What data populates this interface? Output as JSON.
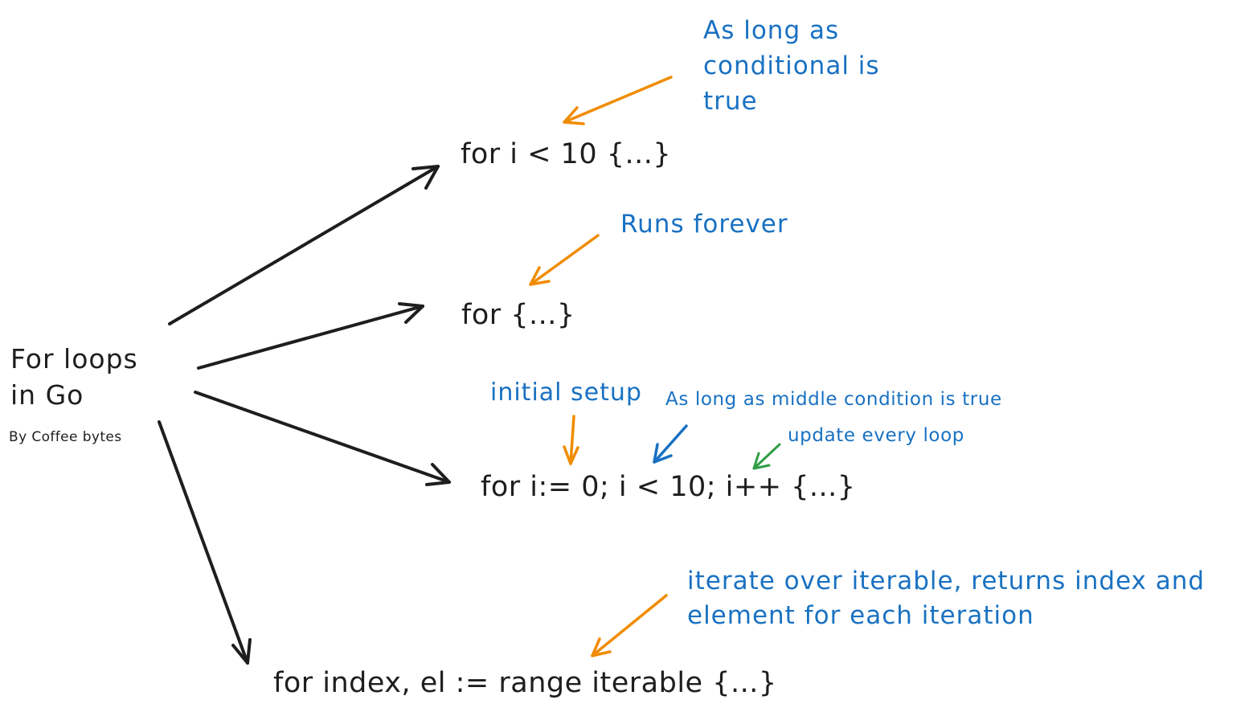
{
  "title": {
    "line1": "For loops",
    "line2": "in Go"
  },
  "byline": "By Coffee bytes",
  "loops": {
    "conditional": "for i < 10 {...}",
    "forever": "for {...}",
    "classic": "for i:= 0; i < 10; i++  {...}",
    "range": "for index, el := range iterable {...}"
  },
  "notes": {
    "conditional": {
      "line1": "As long as",
      "line2": "conditional is",
      "line3": "true"
    },
    "forever": "Runs forever",
    "initial_setup": "initial setup",
    "middle_condition": "As long as middle condition is true",
    "update": "update every loop",
    "range": {
      "line1": "iterate over iterable, returns index and",
      "line2": "element for each iteration"
    }
  },
  "colors": {
    "ink": "#1e1e1e",
    "annotation_text": "#1971c2",
    "orange_arrow": "#f08c00",
    "blue_arrow": "#1971c2",
    "green_arrow": "#2f9e44"
  }
}
